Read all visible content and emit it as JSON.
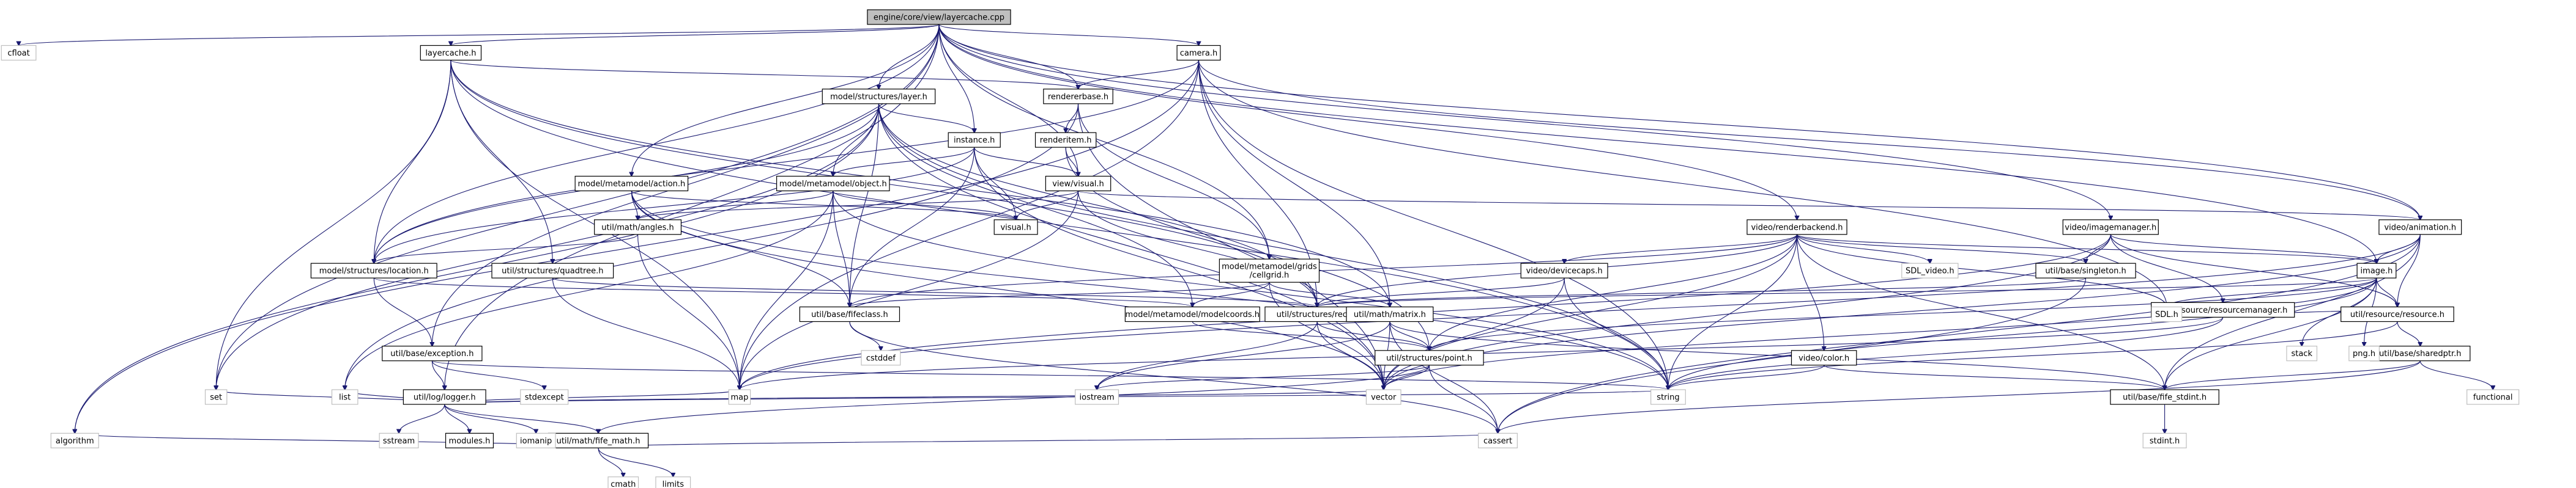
{
  "graph": {
    "root": "engine/core/view/layercache.cpp",
    "nodes": {
      "root": {
        "label": "engine/core/view/layercache.cpp",
        "kind": "root"
      },
      "cfloat": {
        "label": "cfloat",
        "kind": "sys"
      },
      "layercache_h": {
        "label": "layercache.h",
        "kind": "normal"
      },
      "camera_h": {
        "label": "camera.h",
        "kind": "normal"
      },
      "rendererbase_h": {
        "label": "rendererbase.h",
        "kind": "normal"
      },
      "layer_h": {
        "label": "model/structures/layer.h",
        "kind": "normal"
      },
      "renderitem_h": {
        "label": "renderitem.h",
        "kind": "normal"
      },
      "instance_h": {
        "label": "instance.h",
        "kind": "normal"
      },
      "visual_view_h": {
        "label": "view/visual.h",
        "kind": "normal"
      },
      "visual_h": {
        "label": "visual.h",
        "kind": "normal"
      },
      "action_h": {
        "label": "model/metamodel/action.h",
        "kind": "normal"
      },
      "object_h": {
        "label": "model/metamodel/object.h",
        "kind": "normal"
      },
      "angles_h": {
        "label": "util/math/angles.h",
        "kind": "normal"
      },
      "location_h": {
        "label": "model/structures/location.h",
        "kind": "normal"
      },
      "quadtree_h": {
        "label": "util/structures/quadtree.h",
        "kind": "normal"
      },
      "cellgrid_h": {
        "label": "model/metamodel/grids\n/cellgrid.h",
        "kind": "normal"
      },
      "fifeclass_h": {
        "label": "util/base/fifeclass.h",
        "kind": "normal"
      },
      "modelcoords_h": {
        "label": "model/metamodel/modelcoords.h",
        "kind": "normal"
      },
      "rect_h": {
        "label": "util/structures/rect.h",
        "kind": "normal"
      },
      "matrix_h": {
        "label": "util/math/matrix.h",
        "kind": "normal"
      },
      "point_h": {
        "label": "util/structures/point.h",
        "kind": "normal"
      },
      "exception_h": {
        "label": "util/base/exception.h",
        "kind": "normal"
      },
      "logger_h": {
        "label": "util/log/logger.h",
        "kind": "normal"
      },
      "fife_math_h": {
        "label": "util/math/fife_math.h",
        "kind": "normal"
      },
      "renderbackend_h": {
        "label": "video/renderbackend.h",
        "kind": "normal"
      },
      "devicecaps_h": {
        "label": "video/devicecaps.h",
        "kind": "normal"
      },
      "imagemanager_h": {
        "label": "video/imagemanager.h",
        "kind": "normal"
      },
      "animation_h": {
        "label": "video/animation.h",
        "kind": "normal"
      },
      "image_h": {
        "label": "image.h",
        "kind": "normal"
      },
      "singleton_h": {
        "label": "util/base/singleton.h",
        "kind": "normal"
      },
      "resourcemanager_h": {
        "label": "util/resource/resourcemanager.h",
        "kind": "normal"
      },
      "resource_h": {
        "label": "util/resource/resource.h",
        "kind": "normal"
      },
      "sharedptr_h": {
        "label": "util/base/sharedptr.h",
        "kind": "normal"
      },
      "color_h": {
        "label": "video/color.h",
        "kind": "normal"
      },
      "fife_stdint_h": {
        "label": "util/base/fife_stdint.h",
        "kind": "normal"
      },
      "SDL_video_h": {
        "label": "SDL_video.h",
        "kind": "sys"
      },
      "SDL_h": {
        "label": "SDL.h",
        "kind": "sys"
      },
      "stack": {
        "label": "stack",
        "kind": "sys"
      },
      "png_h": {
        "label": "png.h",
        "kind": "sys"
      },
      "functional": {
        "label": "functional",
        "kind": "sys"
      },
      "stdint_h": {
        "label": "stdint.h",
        "kind": "sys"
      },
      "cassert": {
        "label": "cassert",
        "kind": "sys"
      },
      "vector": {
        "label": "vector",
        "kind": "sys"
      },
      "string": {
        "label": "string",
        "kind": "sys"
      },
      "iostream": {
        "label": "iostream",
        "kind": "sys"
      },
      "map": {
        "label": "map",
        "kind": "sys"
      },
      "set": {
        "label": "set",
        "kind": "sys"
      },
      "list": {
        "label": "list",
        "kind": "sys"
      },
      "algorithm": {
        "label": "algorithm",
        "kind": "sys"
      },
      "cstddef": {
        "label": "cstddef",
        "kind": "sys"
      },
      "stdexcept": {
        "label": "stdexcept",
        "kind": "sys"
      },
      "sstream": {
        "label": "sstream",
        "kind": "sys"
      },
      "modules_h": {
        "label": "modules.h",
        "kind": "normal"
      },
      "iomanip": {
        "label": "iomanip",
        "kind": "sys"
      },
      "cmath": {
        "label": "cmath",
        "kind": "sys"
      },
      "limits": {
        "label": "limits",
        "kind": "sys"
      }
    },
    "edges": [
      [
        "root",
        "cfloat"
      ],
      [
        "root",
        "layercache_h"
      ],
      [
        "root",
        "camera_h"
      ],
      [
        "root",
        "layer_h"
      ],
      [
        "root",
        "instance_h"
      ],
      [
        "root",
        "visual_view_h"
      ],
      [
        "root",
        "action_h"
      ],
      [
        "root",
        "location_h"
      ],
      [
        "root",
        "cellgrid_h"
      ],
      [
        "root",
        "renderbackend_h"
      ],
      [
        "root",
        "imagemanager_h"
      ],
      [
        "root",
        "animation_h"
      ],
      [
        "root",
        "image_h"
      ],
      [
        "root",
        "logger_h"
      ],
      [
        "root",
        "exception_h"
      ],
      [
        "root",
        "set"
      ],
      [
        "root",
        "rendererbase_h"
      ],
      [
        "layercache_h",
        "rendererbase_h"
      ],
      [
        "layercache_h",
        "quadtree_h"
      ],
      [
        "layercache_h",
        "location_h"
      ],
      [
        "layercache_h",
        "rect_h"
      ],
      [
        "layercache_h",
        "map"
      ],
      [
        "layercache_h",
        "set"
      ],
      [
        "layercache_h",
        "string"
      ],
      [
        "layercache_h",
        "matrix_h"
      ],
      [
        "camera_h",
        "rendererbase_h"
      ],
      [
        "camera_h",
        "animation_h"
      ],
      [
        "camera_h",
        "location_h"
      ],
      [
        "camera_h",
        "rect_h"
      ],
      [
        "camera_h",
        "matrix_h"
      ],
      [
        "camera_h",
        "SDL_h"
      ],
      [
        "camera_h",
        "string"
      ],
      [
        "camera_h",
        "map"
      ],
      [
        "camera_h",
        "algorithm"
      ],
      [
        "rendererbase_h",
        "renderitem_h"
      ],
      [
        "rendererbase_h",
        "cellgrid_h"
      ],
      [
        "rendererbase_h",
        "list"
      ],
      [
        "rendererbase_h",
        "vector"
      ],
      [
        "layer_h",
        "instance_h"
      ],
      [
        "layer_h",
        "object_h"
      ],
      [
        "layer_h",
        "modelcoords_h"
      ],
      [
        "layer_h",
        "rect_h"
      ],
      [
        "layer_h",
        "fifeclass_h"
      ],
      [
        "layer_h",
        "set"
      ],
      [
        "layer_h",
        "algorithm"
      ],
      [
        "layer_h",
        "string"
      ],
      [
        "layer_h",
        "vector"
      ],
      [
        "layer_h",
        "location_h"
      ],
      [
        "renderitem_h",
        "visual_view_h"
      ],
      [
        "renderitem_h",
        "point_h"
      ],
      [
        "instance_h",
        "object_h"
      ],
      [
        "instance_h",
        "visual_h"
      ],
      [
        "instance_h",
        "location_h"
      ],
      [
        "instance_h",
        "visual_view_h"
      ],
      [
        "instance_h",
        "fifeclass_h"
      ],
      [
        "instance_h",
        "vector"
      ],
      [
        "visual_view_h",
        "visual_h"
      ],
      [
        "visual_view_h",
        "angles_h"
      ],
      [
        "visual_view_h",
        "rect_h"
      ],
      [
        "visual_view_h",
        "animation_h"
      ],
      [
        "visual_view_h",
        "map"
      ],
      [
        "action_h",
        "visual_h"
      ],
      [
        "action_h",
        "angles_h"
      ],
      [
        "action_h",
        "fifeclass_h"
      ],
      [
        "action_h",
        "string"
      ],
      [
        "action_h",
        "vector"
      ],
      [
        "object_h",
        "visual_h"
      ],
      [
        "object_h",
        "angles_h"
      ],
      [
        "object_h",
        "fifeclass_h"
      ],
      [
        "object_h",
        "list"
      ],
      [
        "object_h",
        "map"
      ],
      [
        "object_h",
        "string"
      ],
      [
        "angles_h",
        "location_h"
      ],
      [
        "angles_h",
        "map"
      ],
      [
        "location_h",
        "exception_h"
      ],
      [
        "location_h",
        "modelcoords_h"
      ],
      [
        "quadtree_h",
        "rect_h"
      ],
      [
        "quadtree_h",
        "map"
      ],
      [
        "cellgrid_h",
        "fifeclass_h"
      ],
      [
        "cellgrid_h",
        "modelcoords_h"
      ],
      [
        "cellgrid_h",
        "matrix_h"
      ],
      [
        "cellgrid_h",
        "vector"
      ],
      [
        "fifeclass_h",
        "cstddef"
      ],
      [
        "fifeclass_h",
        "cassert"
      ],
      [
        "modelcoords_h",
        "point_h"
      ],
      [
        "rect_h",
        "point_h"
      ],
      [
        "rect_h",
        "iostream"
      ],
      [
        "rect_h",
        "vector"
      ],
      [
        "matrix_h",
        "point_h"
      ],
      [
        "matrix_h",
        "cassert"
      ],
      [
        "matrix_h",
        "iostream"
      ],
      [
        "matrix_h",
        "vector"
      ],
      [
        "matrix_h",
        "fife_stdint_h"
      ],
      [
        "point_h",
        "fife_math_h"
      ],
      [
        "point_h",
        "iostream"
      ],
      [
        "point_h",
        "cassert"
      ],
      [
        "point_h",
        "vector"
      ],
      [
        "exception_h",
        "logger_h"
      ],
      [
        "exception_h",
        "stdexcept"
      ],
      [
        "exception_h",
        "string"
      ],
      [
        "logger_h",
        "fife_math_h"
      ],
      [
        "logger_h",
        "set"
      ],
      [
        "logger_h",
        "list"
      ],
      [
        "logger_h",
        "sstream"
      ],
      [
        "logger_h",
        "modules_h"
      ],
      [
        "logger_h",
        "iomanip"
      ],
      [
        "logger_h",
        "map"
      ],
      [
        "logger_h",
        "string"
      ],
      [
        "logger_h",
        "vector"
      ],
      [
        "fife_math_h",
        "cmath"
      ],
      [
        "fife_math_h",
        "limits"
      ],
      [
        "fife_math_h",
        "cassert"
      ],
      [
        "fife_math_h",
        "algorithm"
      ],
      [
        "renderbackend_h",
        "devicecaps_h"
      ],
      [
        "renderbackend_h",
        "image_h"
      ],
      [
        "renderbackend_h",
        "color_h"
      ],
      [
        "renderbackend_h",
        "singleton_h"
      ],
      [
        "renderbackend_h",
        "SDL_video_h"
      ],
      [
        "renderbackend_h",
        "SDL_h"
      ],
      [
        "renderbackend_h",
        "point_h"
      ],
      [
        "renderbackend_h",
        "rect_h"
      ],
      [
        "renderbackend_h",
        "fifeclass_h"
      ],
      [
        "renderbackend_h",
        "string"
      ],
      [
        "renderbackend_h",
        "vector"
      ],
      [
        "renderbackend_h",
        "fife_stdint_h"
      ],
      [
        "devicecaps_h",
        "rect_h"
      ],
      [
        "devicecaps_h",
        "vector"
      ],
      [
        "devicecaps_h",
        "string"
      ],
      [
        "imagemanager_h",
        "singleton_h"
      ],
      [
        "imagemanager_h",
        "resourcemanager_h"
      ],
      [
        "imagemanager_h",
        "image_h"
      ],
      [
        "imagemanager_h",
        "resource_h"
      ],
      [
        "imagemanager_h",
        "map"
      ],
      [
        "imagemanager_h",
        "vector"
      ],
      [
        "animation_h",
        "image_h"
      ],
      [
        "animation_h",
        "resource_h"
      ],
      [
        "animation_h",
        "fife_stdint_h"
      ],
      [
        "animation_h",
        "cassert"
      ],
      [
        "animation_h",
        "vector"
      ],
      [
        "animation_h",
        "map"
      ],
      [
        "image_h",
        "resource_h"
      ],
      [
        "image_h",
        "stack"
      ],
      [
        "image_h",
        "png_h"
      ],
      [
        "image_h",
        "SDL_h"
      ],
      [
        "image_h",
        "point_h"
      ],
      [
        "image_h",
        "rect_h"
      ],
      [
        "image_h",
        "fife_stdint_h"
      ],
      [
        "image_h",
        "string"
      ],
      [
        "image_h",
        "vector"
      ],
      [
        "singleton_h",
        "cassert"
      ],
      [
        "singleton_h",
        "rect_h"
      ],
      [
        "resourcemanager_h",
        "resource_h"
      ],
      [
        "resourcemanager_h",
        "map"
      ],
      [
        "resourcemanager_h",
        "string"
      ],
      [
        "resource_h",
        "sharedptr_h"
      ],
      [
        "resource_h",
        "string"
      ],
      [
        "sharedptr_h",
        "functional"
      ],
      [
        "sharedptr_h",
        "cassert"
      ],
      [
        "sharedptr_h",
        "fife_stdint_h"
      ],
      [
        "color_h",
        "fife_stdint_h"
      ],
      [
        "color_h",
        "string"
      ],
      [
        "fife_stdint_h",
        "stdint_h"
      ]
    ]
  }
}
